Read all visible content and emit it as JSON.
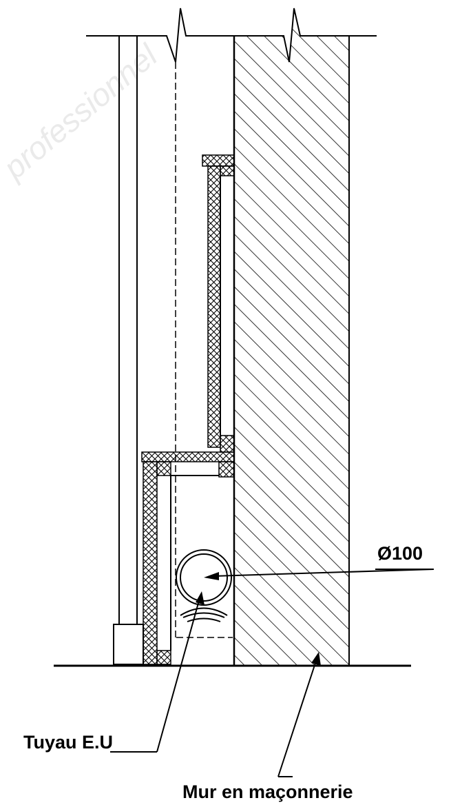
{
  "watermark": {
    "text": "professionnel"
  },
  "labels": {
    "diameter": "Ø100",
    "pipe": "Tuyau E.U",
    "wall": "Mur en maçonnerie"
  },
  "components": {
    "masonry_wall": {
      "hatch": "diagonal"
    },
    "timber_frame": {
      "hatch": "cross"
    },
    "pipe": {
      "shape": "circle"
    }
  }
}
